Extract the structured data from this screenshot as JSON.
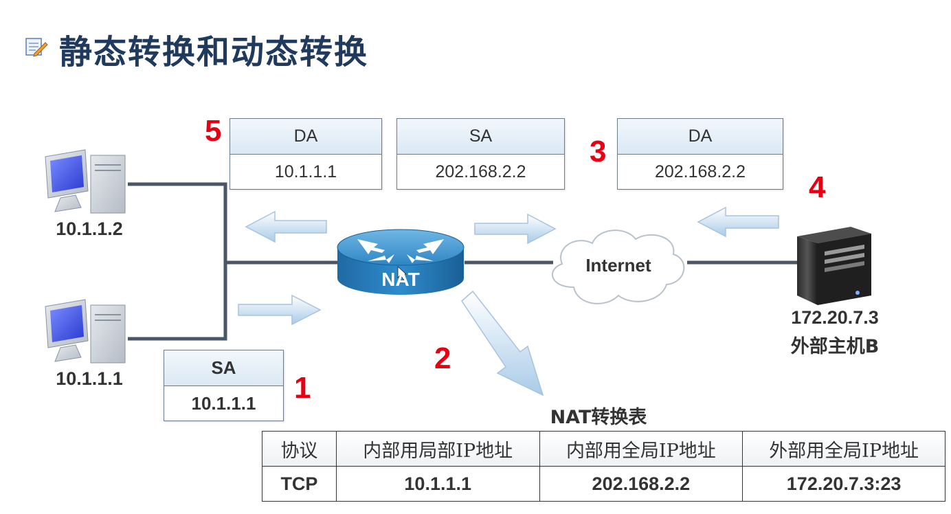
{
  "page": {
    "title": "静态转换和动态转换"
  },
  "packets": {
    "packet5_da": {
      "header": "DA",
      "value": "10.1.1.1"
    },
    "packet5_sa": {
      "header": "SA",
      "value": "202.168.2.2"
    },
    "packet3_da": {
      "header": "DA",
      "value": "202.168.2.2"
    },
    "packet1_sa": {
      "header": "SA",
      "value": "10.1.1.1"
    }
  },
  "steps": [
    "1",
    "2",
    "3",
    "4",
    "5"
  ],
  "hosts": {
    "pc_top": "10.1.1.2",
    "pc_bottom": "10.1.1.1",
    "server_ip": "172.20.7.3",
    "server_name": "外部主机B"
  },
  "router": {
    "label": "NAT"
  },
  "cloud": {
    "label": "Internet"
  },
  "nat_table": {
    "title": "NAT转换表",
    "headers": [
      "协议",
      "内部用局部IP地址",
      "内部用全局IP地址",
      "外部用全局IP地址"
    ],
    "row": [
      "TCP",
      "10.1.1.1",
      "202.168.2.2",
      "172.20.7.3:23"
    ]
  },
  "colors": {
    "step": "#e60012",
    "title": "#1f3a5c",
    "link": "#4a5566"
  }
}
